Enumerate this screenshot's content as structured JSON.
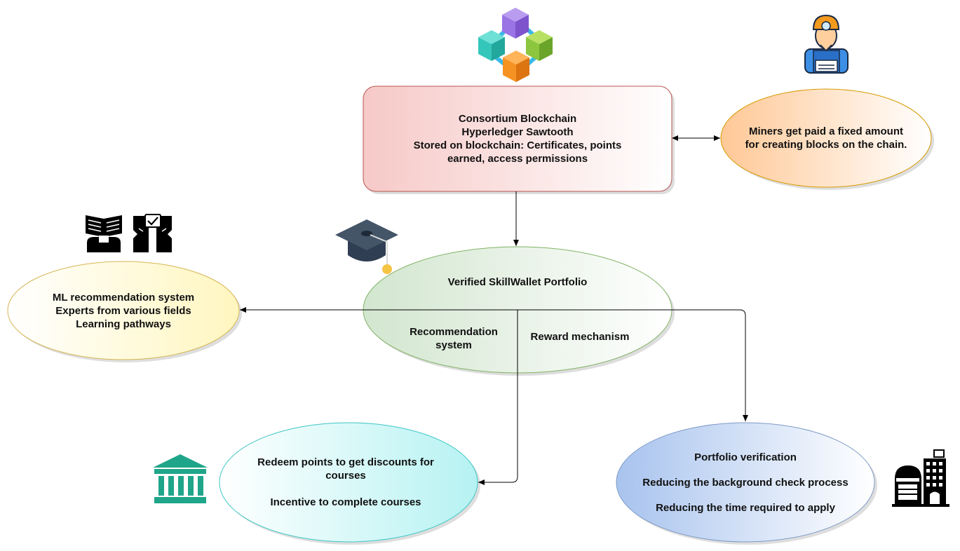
{
  "blockchain": {
    "lines": [
      "Consortium Blockchain",
      "Hyperledger Sawtooth",
      "Stored on blockchain: Certificates, points",
      "earned, access permissions"
    ]
  },
  "miners": {
    "lines": [
      "Miners get paid a fixed amount",
      "for creating blocks on the chain."
    ]
  },
  "portfolio": {
    "title": "Verified SkillWallet Portfolio",
    "recommendation_lines": [
      "Recommendation",
      "system"
    ],
    "reward": "Reward mechanism"
  },
  "ml": {
    "lines": [
      "ML recommendation system",
      "Experts from various fields",
      "Learning pathways"
    ]
  },
  "redeem": {
    "line1": "Redeem points to get discounts for",
    "line2": "courses",
    "line3": "Incentive to complete courses"
  },
  "verification": {
    "line1": "Portfolio verification",
    "line2": "Reducing the background check process",
    "line3": "Reducing the time required to apply"
  },
  "icons": {
    "blockchain": "blockchain-cubes-icon",
    "miner": "miner-worker-icon",
    "book": "open-book-reader-icon",
    "experts": "experts-discussion-icon",
    "graduation": "graduation-cap-icon",
    "institution": "institution-building-icon",
    "company": "company-office-building-icon"
  },
  "colors": {
    "blockchain_fill": "#f8cecc",
    "blockchain_stroke": "#b85450",
    "miners_fill": "#ffcc99",
    "miners_stroke": "#d79b00",
    "portfolio_fill": "#d5e8d4",
    "portfolio_stroke": "#82b366",
    "ml_fill": "#fff2cc",
    "ml_stroke": "#d6b656",
    "redeem_fill": "#b0f0f0",
    "redeem_stroke": "#3ec5c5",
    "verification_fill": "#a9c4eb",
    "verification_stroke": "#7f9bc6",
    "institution": "#1fa58a"
  }
}
